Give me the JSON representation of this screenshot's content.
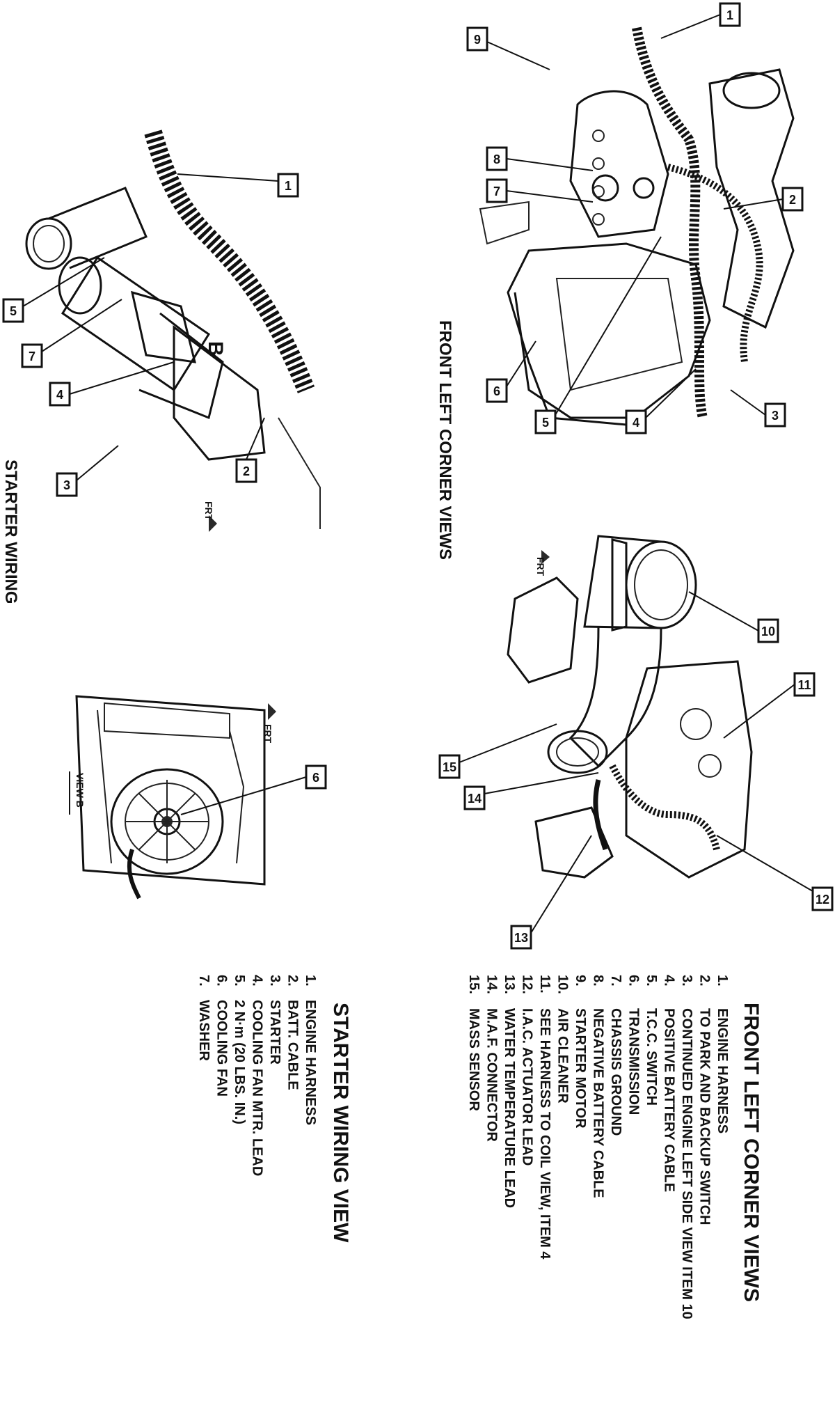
{
  "captions": {
    "front_left_corner_views": "FRONT LEFT CORNER VIEWS",
    "starter_wiring": "STARTER WIRING",
    "view_b": "VIEW B",
    "frt": "FRT",
    "b_marker": "B"
  },
  "legend_front": {
    "title": "FRONT LEFT CORNER VIEWS",
    "items": [
      {
        "num": "1.",
        "text": "ENGINE HARNESS"
      },
      {
        "num": "2.",
        "text": "TO PARK AND BACKUP SWITCH"
      },
      {
        "num": "3.",
        "text": "CONTINUED ENGINE LEFT SIDE VIEW ITEM 10"
      },
      {
        "num": "4.",
        "text": "POSITIVE BATTERY CABLE"
      },
      {
        "num": "5.",
        "text": "T.C.C. SWITCH"
      },
      {
        "num": "6.",
        "text": "TRANSMISSION"
      },
      {
        "num": "7.",
        "text": "CHASSIS GROUND"
      },
      {
        "num": "8.",
        "text": "NEGATIVE BATTERY CABLE"
      },
      {
        "num": "9.",
        "text": "STARTER MOTOR"
      },
      {
        "num": "10.",
        "text": "AIR CLEANER"
      },
      {
        "num": "11.",
        "text": "SEE HARNESS TO COIL VIEW, ITEM 4"
      },
      {
        "num": "12.",
        "text": "I.A.C. ACTUATOR LEAD"
      },
      {
        "num": "13.",
        "text": "WATER TEMPERATURE LEAD"
      },
      {
        "num": "14.",
        "text": "M.A.F. CONNECTOR"
      },
      {
        "num": "15.",
        "text": "MASS SENSOR"
      }
    ]
  },
  "legend_starter": {
    "title": "STARTER WIRING VIEW",
    "items": [
      {
        "num": "1.",
        "text": "ENGINE HARNESS"
      },
      {
        "num": "2.",
        "text": "BATT. CABLE"
      },
      {
        "num": "3.",
        "text": "STARTER"
      },
      {
        "num": "4.",
        "text": "COOLING FAN MTR. LEAD"
      },
      {
        "num": "5.",
        "text": "2 N·m (20 LBS. IN.)"
      },
      {
        "num": "6.",
        "text": "COOLING FAN"
      },
      {
        "num": "7.",
        "text": "WASHER"
      }
    ]
  },
  "callouts": {
    "fl_top": [
      "1",
      "2",
      "3",
      "4",
      "5",
      "6",
      "7",
      "8",
      "9"
    ],
    "fl_bottom": [
      "10",
      "11",
      "12",
      "13",
      "14",
      "15"
    ],
    "starter": [
      "1",
      "2",
      "3",
      "4",
      "5",
      "7"
    ],
    "view_b": [
      "6"
    ]
  }
}
